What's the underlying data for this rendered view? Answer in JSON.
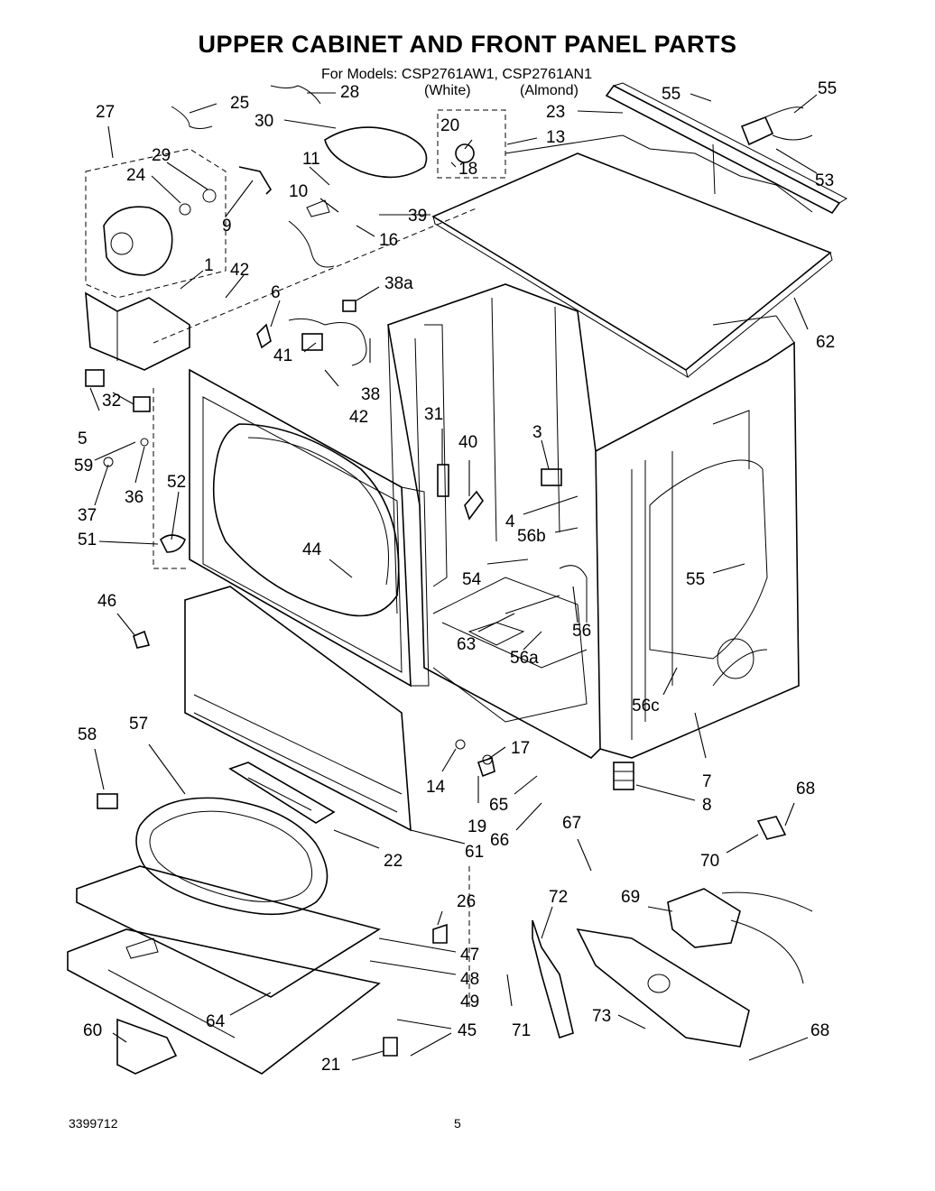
{
  "header": {
    "title": "UPPER CABINET AND FRONT PANEL PARTS",
    "models_line": "For Models: CSP2761AW1, CSP2761AN1",
    "color_white": "(White)",
    "color_almond": "(Almond)"
  },
  "callouts": {
    "c1": "1",
    "c3": "3",
    "c4": "4",
    "c5": "5",
    "c6": "6",
    "c7": "7",
    "c8": "8",
    "c9": "9",
    "c10": "10",
    "c11": "11",
    "c13": "13",
    "c14": "14",
    "c16": "16",
    "c17": "17",
    "c18": "18",
    "c19": "19",
    "c20": "20",
    "c21": "21",
    "c22": "22",
    "c23": "23",
    "c24": "24",
    "c25": "25",
    "c26": "26",
    "c27": "27",
    "c28": "28",
    "c29": "29",
    "c30": "30",
    "c31": "31",
    "c32": "32",
    "c36": "36",
    "c37": "37",
    "c38": "38",
    "c38a": "38a",
    "c39": "39",
    "c40": "40",
    "c41": "41",
    "c42a": "42",
    "c42b": "42",
    "c44": "44",
    "c45": "45",
    "c46": "46",
    "c47": "47",
    "c48": "48",
    "c49": "49",
    "c51": "51",
    "c52": "52",
    "c53": "53",
    "c54": "54",
    "c55a": "55",
    "c55b": "55",
    "c55c": "55",
    "c56": "56",
    "c56a": "56a",
    "c56b": "56b",
    "c56c": "56c",
    "c57": "57",
    "c58": "58",
    "c59": "59",
    "c60": "60",
    "c61": "61",
    "c62": "62",
    "c63": "63",
    "c64": "64",
    "c65": "65",
    "c66": "66",
    "c67": "67",
    "c68a": "68",
    "c68b": "68",
    "c69": "69",
    "c70": "70",
    "c71": "71",
    "c72": "72",
    "c73": "73"
  },
  "footer": {
    "doc_number": "3399712",
    "page_number": "5"
  }
}
